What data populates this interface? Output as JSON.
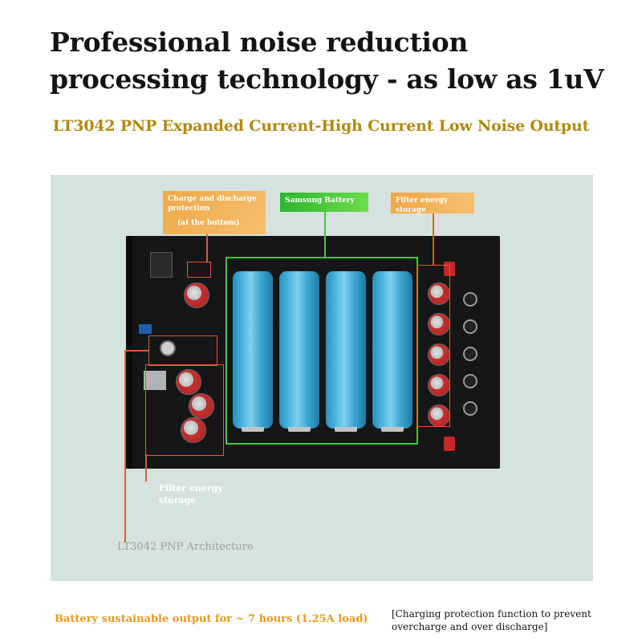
{
  "headline": "Professional noise reduction processing technology - as low as 1uV",
  "subheadline": "LT3042 PNP Expanded Current-High Current Low Noise Output",
  "callouts": {
    "charge_protection": "Charge and discharge protection",
    "charge_protection_note": "(at the bottom)",
    "samsung_battery": "Samsung Battery",
    "filter_energy_storage_right": "Filter energy storage",
    "filter_energy_storage_left": "Filter energy storage",
    "architecture": "LT3042 PNP Architecture"
  },
  "footer": {
    "battery_output": "Battery sustainable output for ~ 7 hours (1.25A load)",
    "charging_protection": "[Charging protection function to prevent overcharge and over discharge]"
  },
  "colors": {
    "headline": "#141414",
    "subheadline": "#b08a12",
    "panel_bg": "#d6e2dd",
    "annotation_orange": "#e2593a",
    "battery_green": "#3ecb3e",
    "footer_orange": "#e89a1e"
  }
}
